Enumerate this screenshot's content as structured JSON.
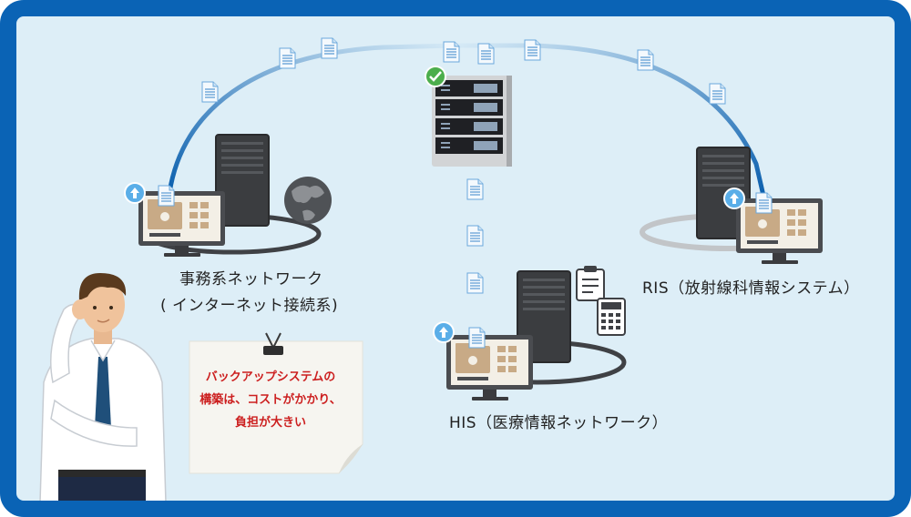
{
  "labels": {
    "office_network": "事務系ネットワーク",
    "office_network_sub": "( インターネット接続系)",
    "ris": "RIS（放射線科情報システム）",
    "his": "HIS（医療情報ネットワーク）"
  },
  "note": {
    "line1": "バックアップシステムの",
    "line2": "構築は、コストがかかり、",
    "line3": "負担が大きい"
  },
  "colors": {
    "frame": "#0a63b5",
    "background": "#ddeef7",
    "ring": "#0a63b5",
    "note_text": "#cc1f1f"
  },
  "icons": [
    "server-rack-icon",
    "server-tower-icon",
    "monitor-icon",
    "globe-icon",
    "document-icon",
    "upload-arrow-icon",
    "check-badge-icon",
    "clipboard-icon",
    "calculator-icon",
    "binder-clip-icon"
  ]
}
